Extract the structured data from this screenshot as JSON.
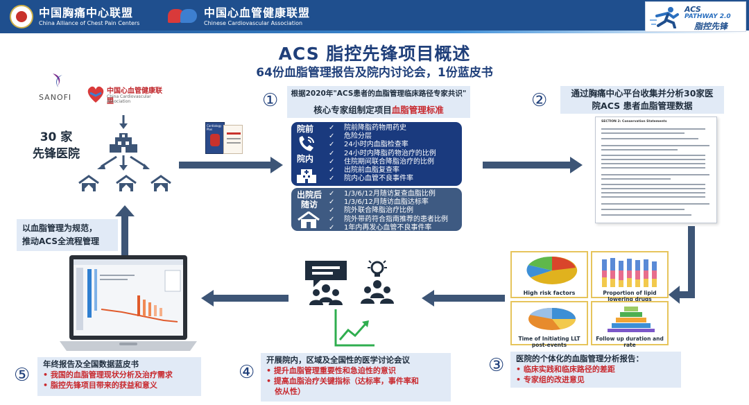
{
  "header": {
    "org1": {
      "cn": "中国胸痛中心联盟",
      "en": "China Alliance of Chest Pain Centers"
    },
    "org2": {
      "cn": "中国心血管健康联盟",
      "en": "Chinese Cardiovascular Association"
    },
    "acs_logo": {
      "line1": "ACS",
      "line2": "PATHWAY 2.0",
      "line3": "脂控先锋"
    }
  },
  "title": "ACS 脂控先锋项目概述",
  "subtitle": "64份血脂管理报告及院内讨论会，1份蓝皮书",
  "left": {
    "sanofi": "SANOFI",
    "cca": {
      "cn": "中国心血管健康联盟",
      "en": "China Cardiovascular Association"
    },
    "hosp_line1": "30 家",
    "hosp_line2": "先锋医院",
    "note_line1": "以血脂管理为规范，",
    "note_line2": "推动ACS全流程管理"
  },
  "steps": {
    "n1": "①",
    "n2": "②",
    "n3": "③",
    "n4": "④",
    "n5": "⑤"
  },
  "step1": {
    "head_a": "根据2020年\"ACS患者的血脂管理临床路径专家共识\"",
    "head_b_pre": "核心专家组制定项目",
    "head_b_red": "血脂管理标准",
    "book_title": "Cardiology Plus",
    "panel1": {
      "label_a": "院前",
      "label_b": "院内",
      "items": [
        "院前降脂药物用药史",
        "危险分层",
        "24小时内血脂检查率",
        "24小时内降脂药物治疗的比例",
        "住院期间联合降脂治疗的比例",
        "出院前血脂复查率",
        "院内心血管不良事件率"
      ]
    },
    "panel2": {
      "label_a": "出院后",
      "label_b": "随访",
      "items": [
        "1/3/6/12月随访复查血脂比例",
        "1/3/6/12月随访血脂达标率",
        "院外联合降脂治疗比例",
        "院外带药符合指南推荐的患者比例",
        "1年内再发心血管不良事件率"
      ]
    }
  },
  "step2": {
    "head_line1": "通过胸痛中心平台收集并分析30家医",
    "head_line2": "院ACS 患者血脂管理数据",
    "survey_title": "SECTION 2: Conservation Statements"
  },
  "step3": {
    "tiles": [
      "High risk factors",
      "Proportion of lipid lowering drugs",
      "Time of Initiating LLT post-events",
      "Follow up duration and rate"
    ],
    "head": "医院的个体化的血脂管理分析报告：",
    "items": [
      "临床实践和临床路径的差距",
      "专家组的改进意见"
    ]
  },
  "step4": {
    "head": "开展院内，区域及全国性的医学讨论会议",
    "items": [
      "提升血脂管理重要性和急迫性的意识",
      "提高血脂治疗关键指标（达标率，事件率和",
      "依从性）"
    ]
  },
  "step5": {
    "head": "年终报告及全国数据蓝皮书",
    "items": [
      "我国的血脂管理现状分析及治疗需求",
      "脂控先锋项目带来的获益和意义"
    ]
  },
  "colors": {
    "navy": "#1a3a7e",
    "slate": "#3e5a82",
    "arrow": "#3d5576",
    "accent_red": "#c8282d",
    "box_bg": "#e1eaf6",
    "tile_border": "#e6c45b"
  }
}
